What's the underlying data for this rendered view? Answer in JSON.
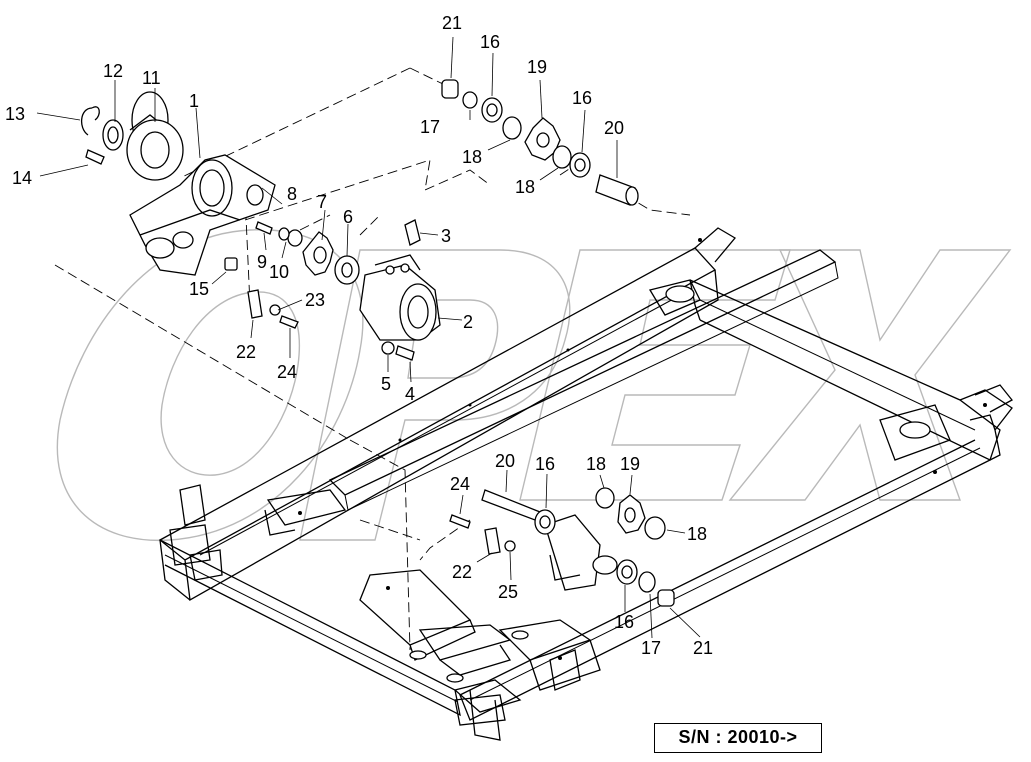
{
  "watermark": {
    "text": "OPEX"
  },
  "serial_label": "S/N : 20010->",
  "callouts": {
    "n1": "1",
    "n2": "2",
    "n3": "3",
    "n4": "4",
    "n5": "5",
    "n6": "6",
    "n7": "7",
    "n8": "8",
    "n9": "9",
    "n10": "10",
    "n11": "11",
    "n12": "12",
    "n13": "13",
    "n14": "14",
    "n15": "15",
    "n16": "16",
    "n17": "17",
    "n18": "18",
    "n19": "19",
    "n20": "20",
    "n21": "21",
    "n22": "22",
    "n23": "23",
    "n24": "24",
    "n25": "25"
  }
}
